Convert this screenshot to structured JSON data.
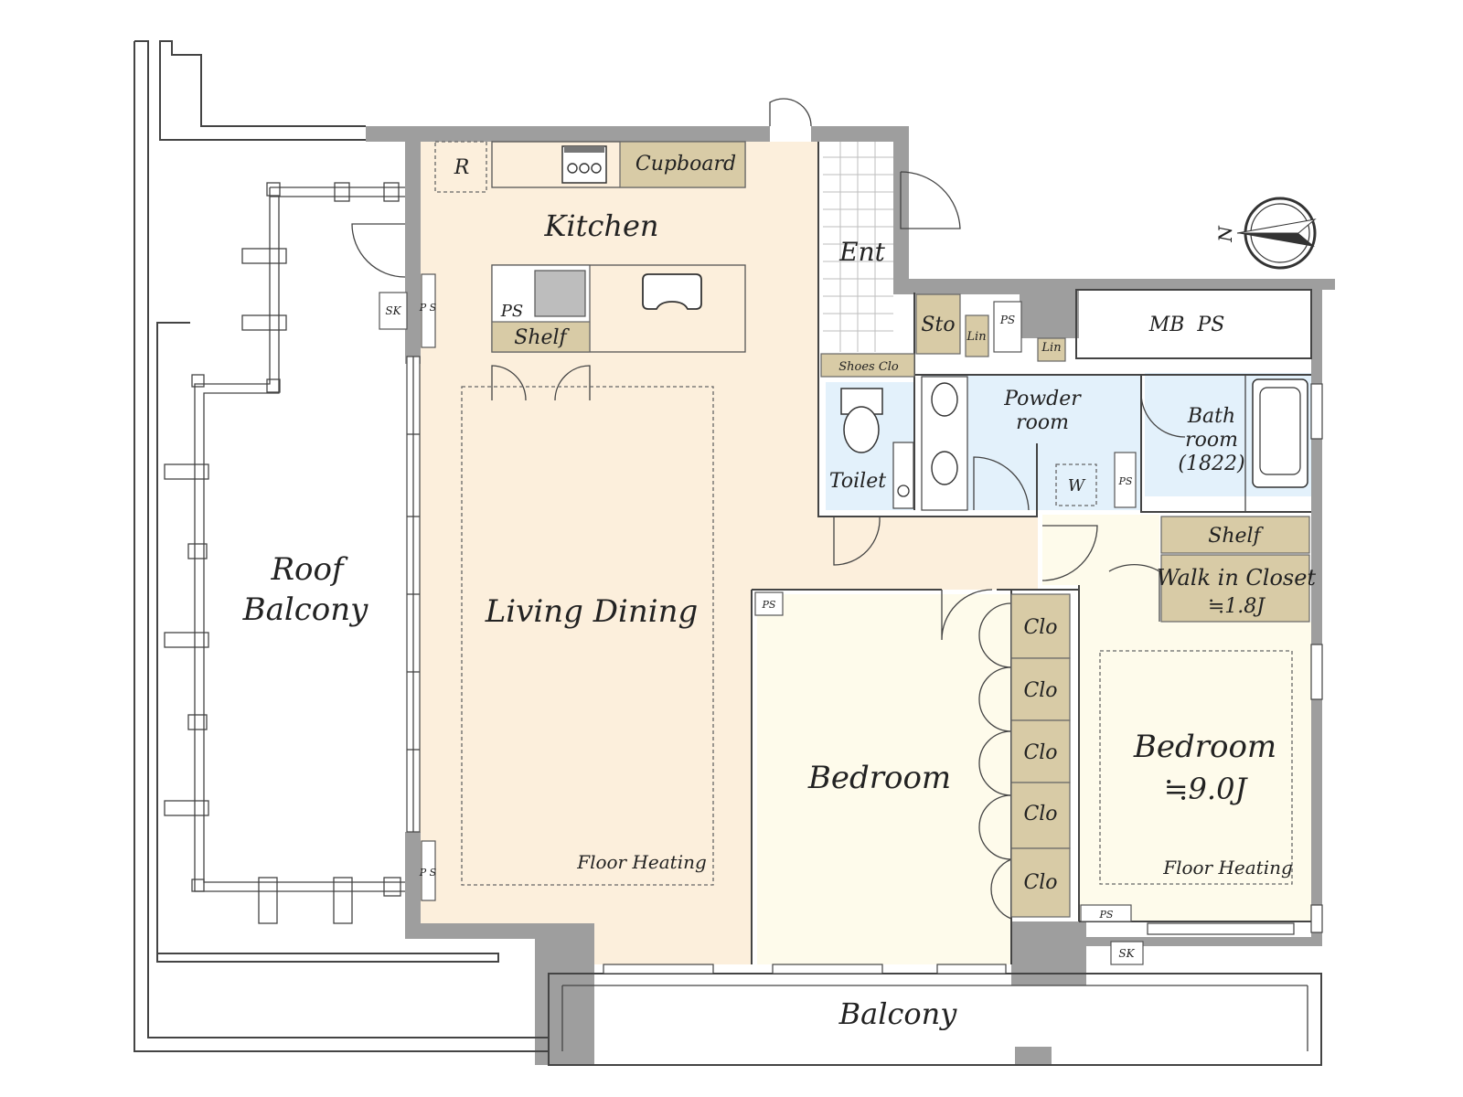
{
  "rooms": {
    "kitchen": "Kitchen",
    "living_dining": "Living Dining",
    "roof_balcony_1": "Roof",
    "roof_balcony_2": "Balcony",
    "balcony": "Balcony",
    "entrance": "Ent",
    "storage": "Sto",
    "toilet": "Toilet",
    "powder_room_1": "Powder",
    "powder_room_2": "room",
    "bath_1": "Bath",
    "bath_2": "room",
    "bath_3": "(1822)",
    "bedroom_left": "Bedroom",
    "bedroom_right": "Bedroom",
    "bedroom_right_size": "≒9.0J",
    "walk_in_closet": "Walk in Closet",
    "walk_in_closet_size": "≒1.8J",
    "mb_ps": "MB  PS"
  },
  "fixtures": {
    "refrigerator": "R",
    "cupboard": "Cupboard",
    "kitchen_ps": "PS",
    "kitchen_shelf": "Shelf",
    "sk_left": "SK",
    "ps_vertical_top": "P S",
    "ps_vertical_bottom": "P S",
    "shoes_closet": "Shoes Clo",
    "linen_1": "Lin",
    "linen_2": "Lin",
    "ps_powder": "PS",
    "washer": "W",
    "ps_bath": "PS",
    "wic_shelf": "Shelf",
    "ps_bedroom": "PS",
    "ps_bottom": "PS",
    "sk_right": "SK",
    "closets": [
      "Clo",
      "Clo",
      "Clo",
      "Clo",
      "Clo"
    ]
  },
  "notes": {
    "floor_heating_living": "Floor Heating",
    "floor_heating_bedroom": "Floor Heating"
  },
  "compass": {
    "north_label": "N"
  },
  "colors": {
    "living_fill": "#fcefdc",
    "wet_fill": "#e3f1fb",
    "bedroom_fill": "#fefbeb",
    "closet_fill": "#d8cba6",
    "wall_fill": "#9e9e9e"
  }
}
